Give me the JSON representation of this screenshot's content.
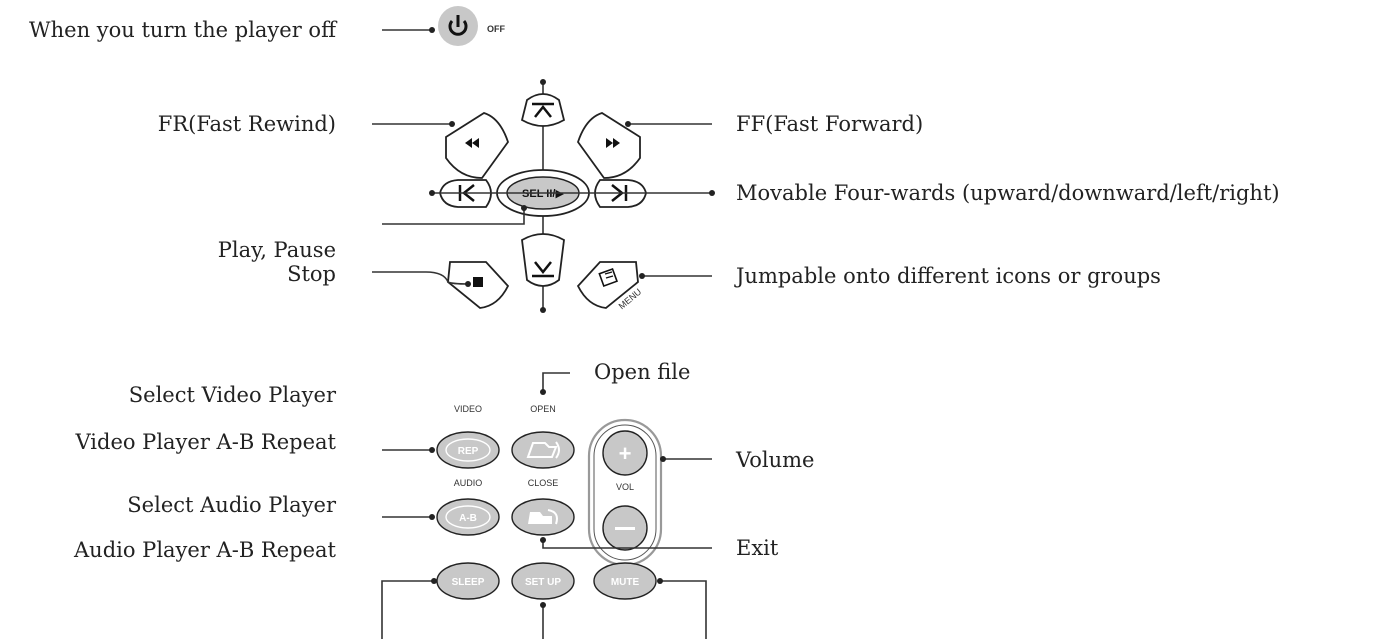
{
  "labels": {
    "power_off": "When you turn the player off",
    "fr": "FR(Fast Rewind)",
    "ff": "FF(Fast Forward)",
    "play_pause": "Play, Pause",
    "movable": "Movable Four-wards (upward/downward/left/right)",
    "stop": "Stop",
    "jumpable": "Jumpable onto different icons or groups",
    "open_file": "Open file",
    "select_video": "Select Video Player",
    "video_ab": "Video Player A-B Repeat",
    "volume": "Volume",
    "select_audio": "Select Audio Player",
    "audio_ab": "Audio Player A-B Repeat",
    "exit": "Exit"
  },
  "buttons": {
    "off_caption": "OFF",
    "sel_text": "SEL II/▶",
    "menu_caption": "MENU",
    "video_caption": "VIDEO",
    "rep_text": "REP",
    "open_caption": "OPEN",
    "audio_caption": "AUDIO",
    "ab_text": "A-B",
    "close_caption": "CLOSE",
    "vol_caption": "VOL",
    "sleep_text": "SLEEP",
    "setup_text": "SET UP",
    "mute_text": "MUTE"
  },
  "colors": {
    "button_fill": "#c8c8c8",
    "outline": "#222222",
    "line": "#333333"
  }
}
